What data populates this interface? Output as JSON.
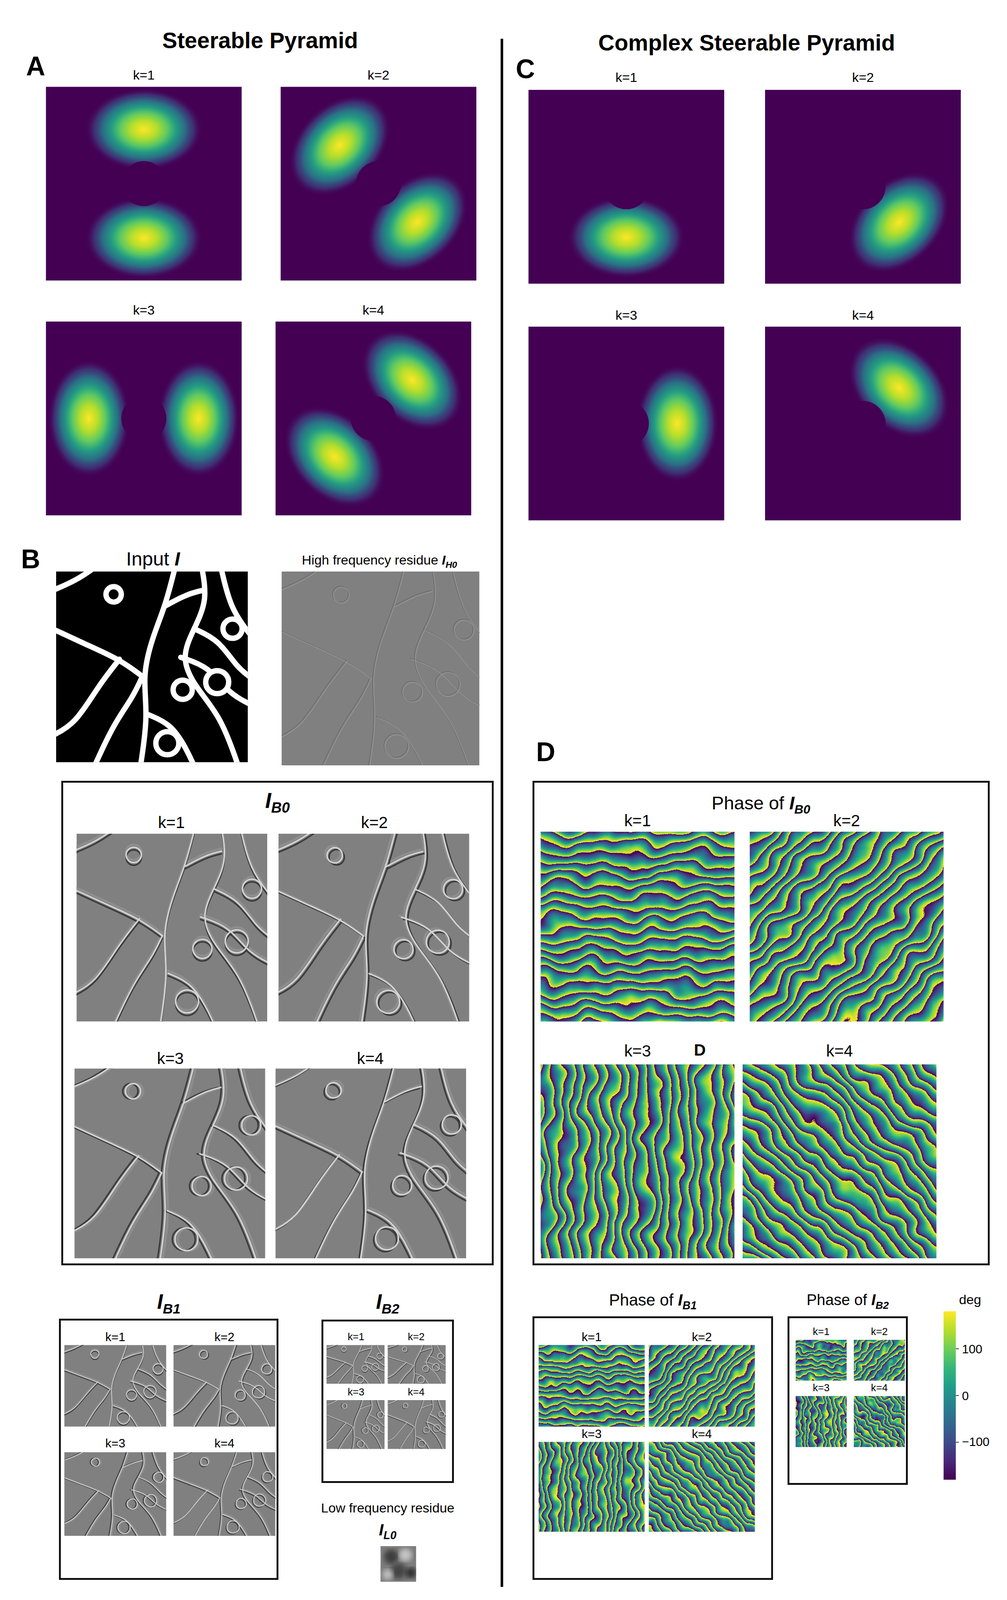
{
  "diagram": {
    "nodes": [
      {
        "text": [
          "IB0"
        ]
      },
      {
        "text": [
          "IB1"
        ]
      },
      {
        "text": [
          "IB2"
        ]
      },
      {
        "text": [
          "Phase of IB0"
        ]
      },
      {
        "text": [
          "Phase of IB1"
        ]
      },
      {
        "text": [
          "Phase of IB2"
        ]
      }
    ],
    "labels": [
      "Steerable Pyramid",
      "Complex Steerable Pyramid",
      "A",
      "k=1",
      "k=2",
      "k=3",
      "k=4",
      "C",
      "k=1",
      "k=2",
      "k=3",
      "k=4",
      "B",
      "Input I",
      "High frequency residue IH0",
      "k=1",
      "k=2",
      "k=3",
      "k=4",
      "k=1",
      "k=2",
      "k=3",
      "k=4",
      "k=1",
      "k=2",
      "k=3",
      "k=4",
      "Low frequency residue",
      "IL0",
      "D",
      "k=1",
      "k=2",
      "k=3",
      "k=4",
      "D",
      "k=1",
      "k=2",
      "k=3",
      "k=4",
      "k=1",
      "k=2",
      "k=3",
      "k=4",
      "deg",
      "100",
      "0",
      "−100"
    ]
  }
}
